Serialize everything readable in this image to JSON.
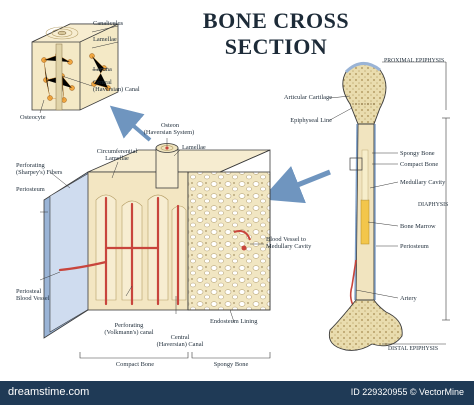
{
  "title": "BONE CROSS SECTION",
  "labels": {
    "canaliculus": "Canaliculus",
    "lamellae_top": "Lamellae",
    "lacuna": "Lacuna",
    "central_canal_1": "Central",
    "central_canal_2": "(Haversian) Canal",
    "osteocyte": "Osteocyte",
    "osteon_1": "Osteon",
    "osteon_2": "(Haversian System)",
    "lamellae_mid": "Lamellae",
    "circumferential_1": "Circumferential",
    "circumferential_2": "Lamellae",
    "perforating_fibers_1": "Perforating",
    "perforating_fibers_2": "(Sharpey's) Fibers",
    "periosteum_left": "Periosteum",
    "blood_vessel_1": "Blood Vessel to",
    "blood_vessel_2": "Medullary Cavity",
    "periosteal_vessel_1": "Periosteal",
    "periosteal_vessel_2": "Blood Vessel",
    "perforating_canal_1": "Perforating",
    "perforating_canal_2": "(Volkmann's) canal",
    "central_canal_bottom_1": "Central",
    "central_canal_bottom_2": "(Haversian) Canal",
    "endosteum": "Endosteum Lining",
    "compact_bone_bottom": "Compact Bone",
    "spongy_bone_bottom": "Spongy Bone",
    "proximal_epiphysis": "PROXIMAL EPIPHYSIS",
    "articular_cartilage": "Articular Cartilage",
    "epiphyseal_line": "Epiphyseal Line",
    "spongy_bone_right": "Spongy Bone",
    "compact_bone_right": "Compact Bone",
    "medullary_cavity": "Medullary Cavity",
    "diaphysis": "DIAPHYSIS",
    "bone_marrow": "Bone Marrow",
    "periosteum_right": "Periosteum",
    "artery": "Artery",
    "distal_epiphysis": "DISTAL EPIPHYSIS"
  },
  "footer": {
    "brand": "dreamstime.com",
    "id": "ID 229320955 © VectorMine"
  },
  "colors": {
    "bone": "#efe6c4",
    "bone_outline": "#3b3b3b",
    "vessel": "#c8453c",
    "periosteum": "#7fa0c8",
    "accent_yellow": "#f3c64b",
    "footer_bg": "#1f3a56",
    "arrow": "#6f95bf"
  },
  "icons": [
    "dreamstime-logo"
  ]
}
